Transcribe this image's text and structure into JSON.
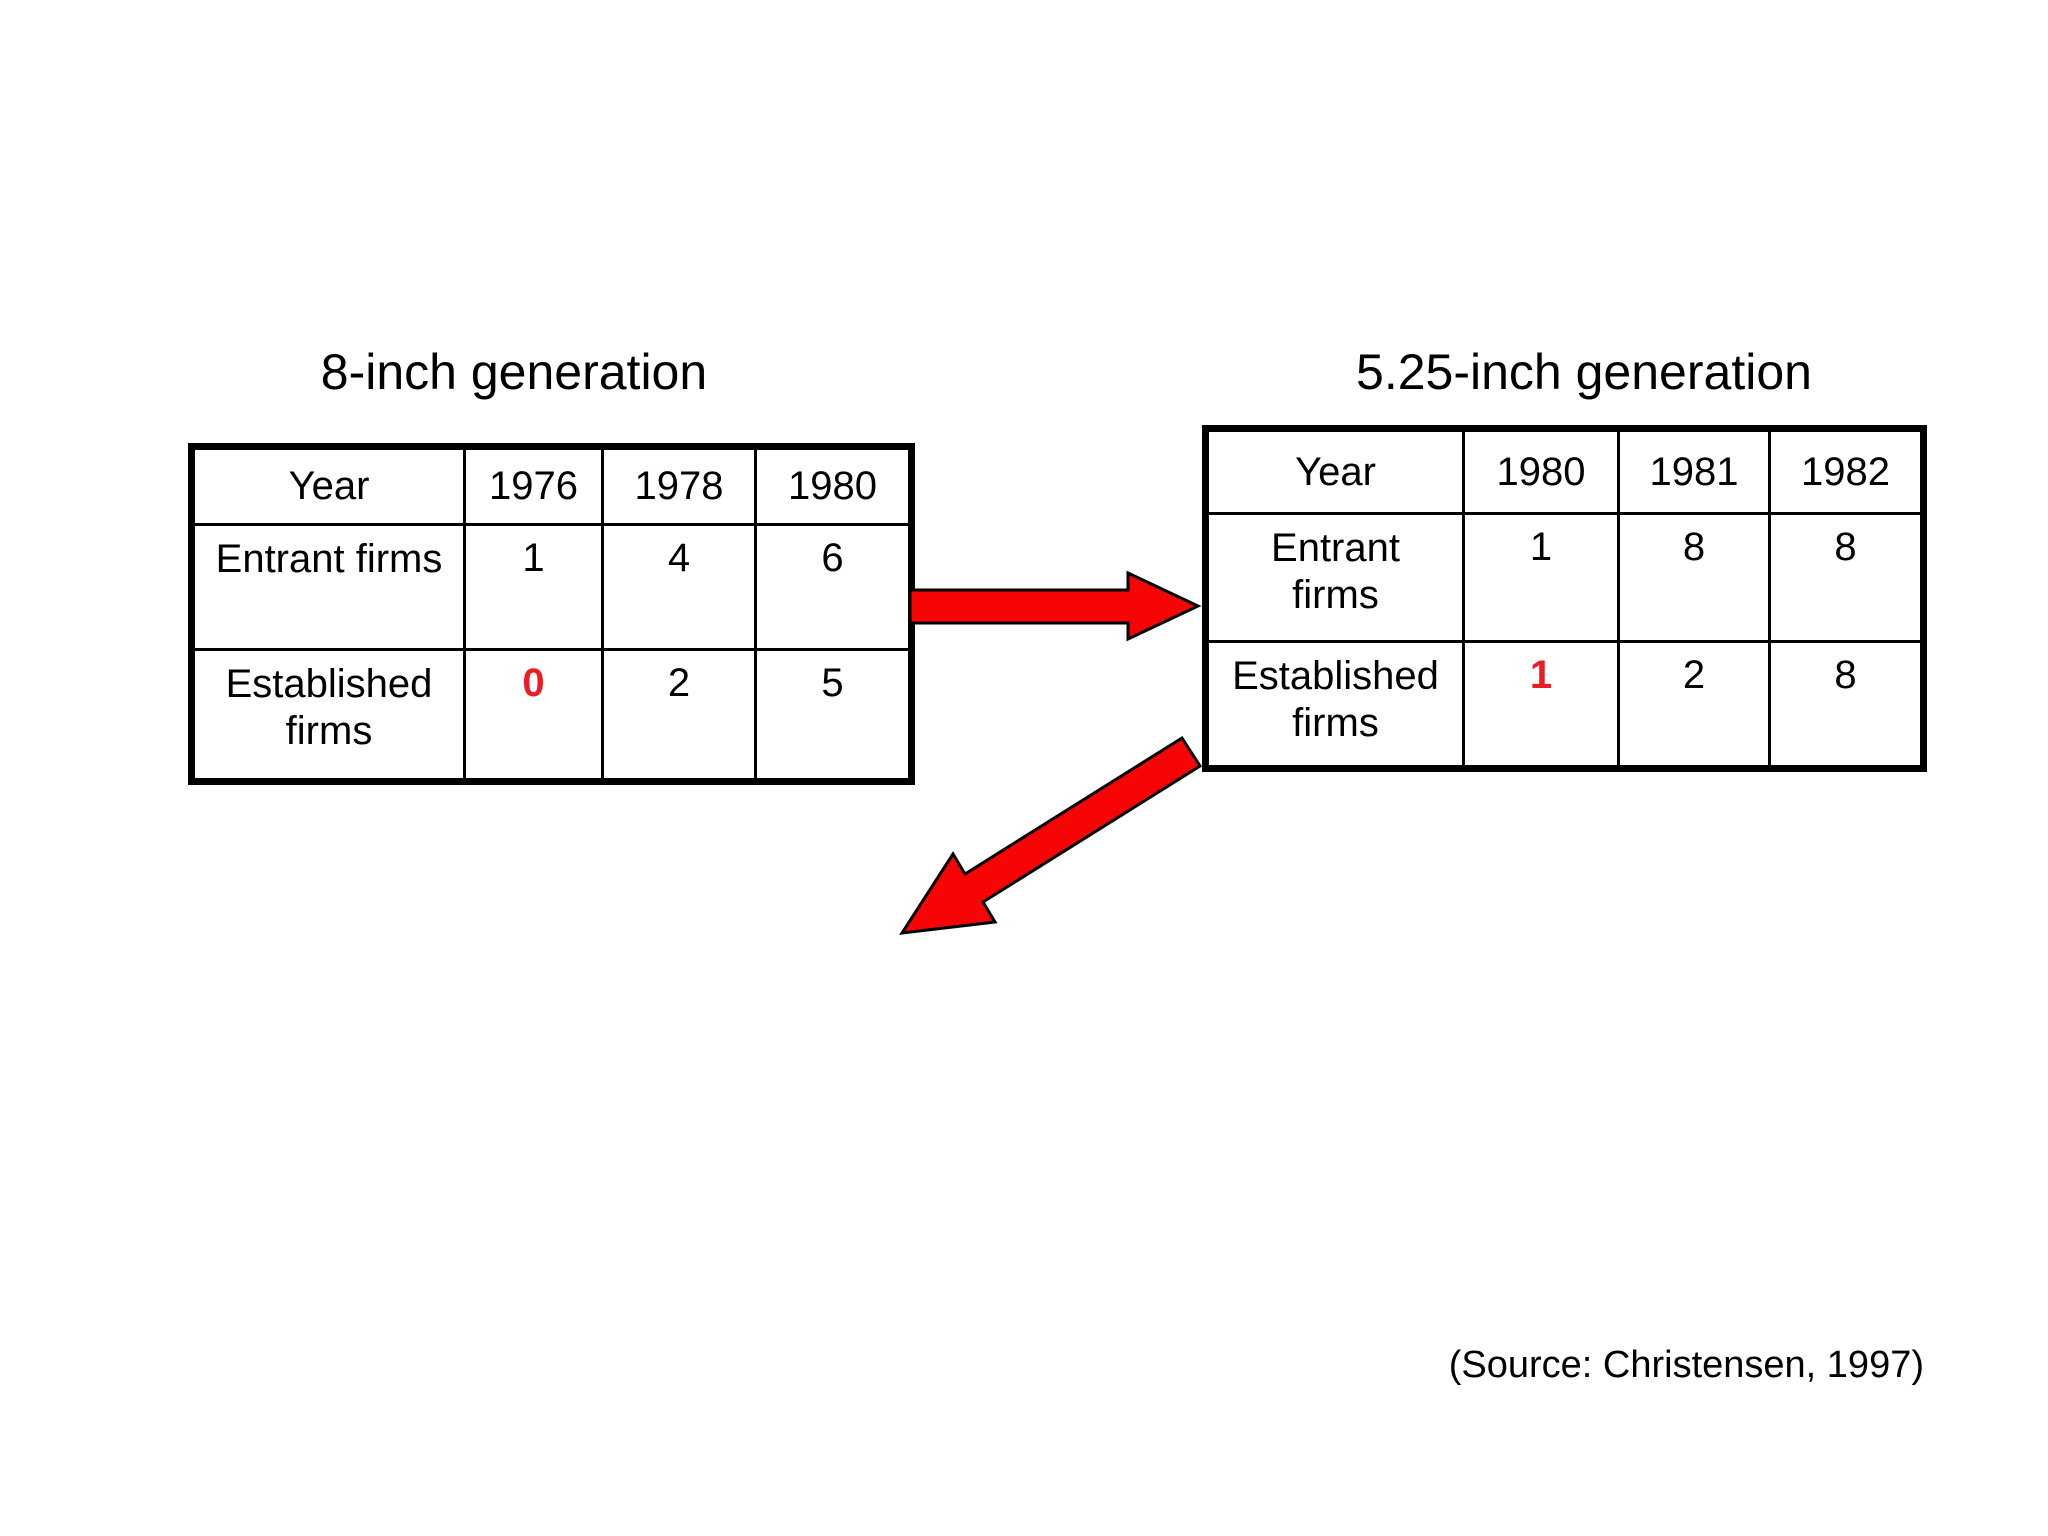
{
  "slide": {
    "background": "#ffffff"
  },
  "colors": {
    "text": "#000000",
    "table_border": "#000000",
    "highlight_red": "#ed1c24",
    "arrow_red": "#f70404",
    "arrow_outline": "#000000"
  },
  "left_table": {
    "title": "8-inch generation",
    "headers": [
      "Year",
      "1976",
      "1978",
      "1980"
    ],
    "rows": [
      {
        "label": "Entrant firms",
        "values": [
          "1",
          "4",
          "6"
        ]
      },
      {
        "label": "Established\nfirms",
        "values": [
          "0",
          "2",
          "5"
        ],
        "highlight_value_index": 0
      }
    ]
  },
  "right_table": {
    "title": "5.25-inch generation",
    "headers": [
      "Year",
      "1980",
      "1981",
      "1982"
    ],
    "rows": [
      {
        "label": "Entrant\nfirms",
        "values": [
          "1",
          "8",
          "8"
        ]
      },
      {
        "label": "Established\nfirms",
        "values": [
          "1",
          "2",
          "8"
        ],
        "highlight_value_index": 0
      }
    ]
  },
  "arrows": {
    "right_arrow": {
      "direction": "right"
    },
    "down_left_arrow": {
      "direction": "down-left"
    }
  },
  "source": {
    "text": "(Source: Christensen, 1997)"
  }
}
